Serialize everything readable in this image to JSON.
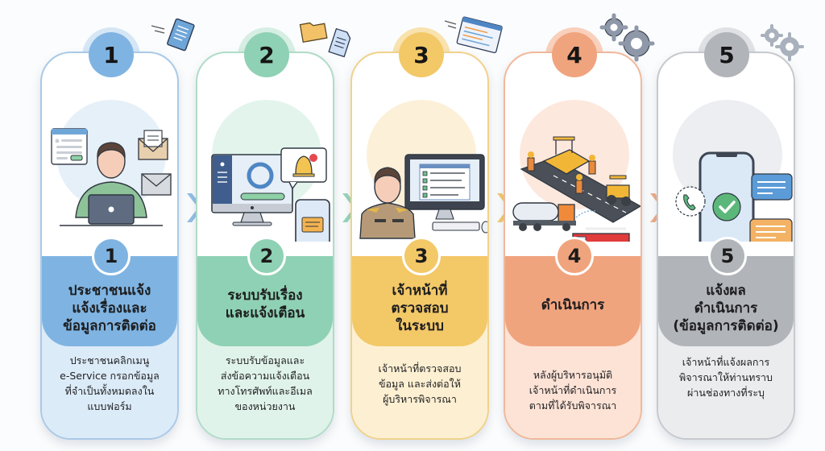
{
  "infographic": {
    "steps": [
      {
        "number": "1",
        "title": "ประชาชนแจ้ง\nแจ้งเรื่องและ\nข้อมูลการติดต่อ",
        "description": "ประชาชนคลิกเมนู\ne-Service กรอกข้อมูล\nที่จำเป็นทั้งหมดลงใน\nแบบฟอร์ม",
        "illustration": "person-laptop-email",
        "color": "#7fb4e2"
      },
      {
        "number": "2",
        "title": "ระบบรับเรื่อง\nและแจ้งเตือน",
        "description": "ระบบรับข้อมูลและ\nส่งข้อความแจ้งเตือน\nทางโทรศัพท์และอีเมล\nของหน่วยงาน",
        "illustration": "monitor-bell-phone",
        "color": "#8fd1b4"
      },
      {
        "number": "3",
        "title": "เจ้าหน้าที่\nตรวจสอบ\nในระบบ",
        "description": "เจ้าหน้าที่ตรวจสอบ\nข้อมูล และส่งต่อให้\nผู้บริหารพิจารณา",
        "illustration": "officer-computer-checklist",
        "color": "#f3c867"
      },
      {
        "number": "4",
        "title": "ดำเนินการ",
        "description": "หลังผู้บริหารอนุมัติ\nเจ้าหน้าที่ดำเนินการ\nตามที่ได้รับพิจารณา",
        "illustration": "road-paving-water-truck-fire-truck",
        "color": "#f0a47e"
      },
      {
        "number": "5",
        "title": "แจ้งผล\nดำเนินการ\n(ข้อมูลการติดต่อ)",
        "description": "เจ้าหน้าที่แจ้งผลการ\nพิจารณาให้ท่านทราบ\nผ่านช่องทางที่ระบุ",
        "illustration": "phone-check-chat-call",
        "color": "#b1b4b9"
      }
    ],
    "connectors": [
      "chevron-right",
      "chevron-right",
      "chevron-right",
      "chevron-right"
    ]
  }
}
